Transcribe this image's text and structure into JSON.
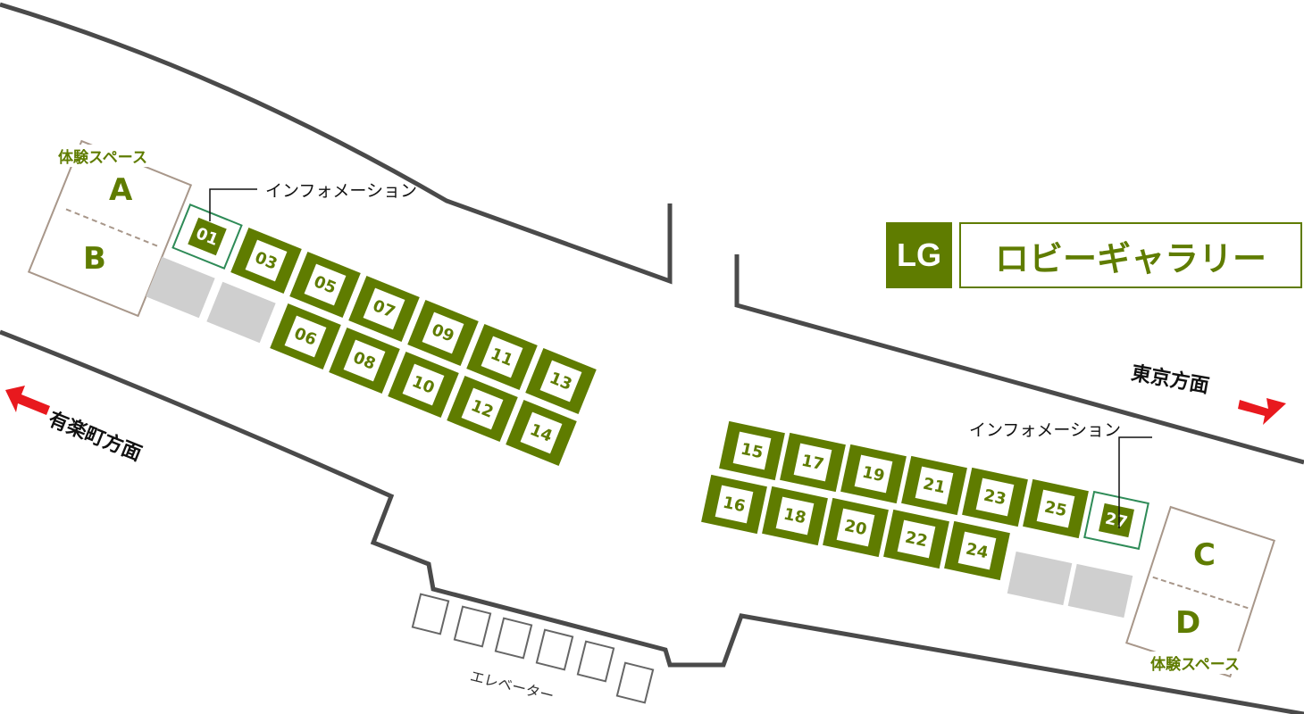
{
  "title": {
    "level": "LG",
    "name": "ロビーギャラリー",
    "colors": {
      "accent": "#5f7c00",
      "info_border": "#2e8b57",
      "arrow": "#e8191e"
    }
  },
  "directions": {
    "left": "有楽町方面",
    "right": "東京方面"
  },
  "info_label": "インフォメーション",
  "experience_space_label": "体験スペース",
  "elevator_label": "エレベーター",
  "spaces": [
    "A",
    "B",
    "C",
    "D"
  ],
  "booths": {
    "left_top": [
      "01",
      "03",
      "05",
      "07",
      "09",
      "11",
      "13"
    ],
    "left_bottom": [
      "06",
      "08",
      "10",
      "12",
      "14"
    ],
    "right_top": [
      "15",
      "17",
      "19",
      "21",
      "23",
      "25",
      "27"
    ],
    "right_bottom": [
      "16",
      "18",
      "20",
      "22",
      "24"
    ]
  },
  "info_booths": [
    "01",
    "27"
  ]
}
